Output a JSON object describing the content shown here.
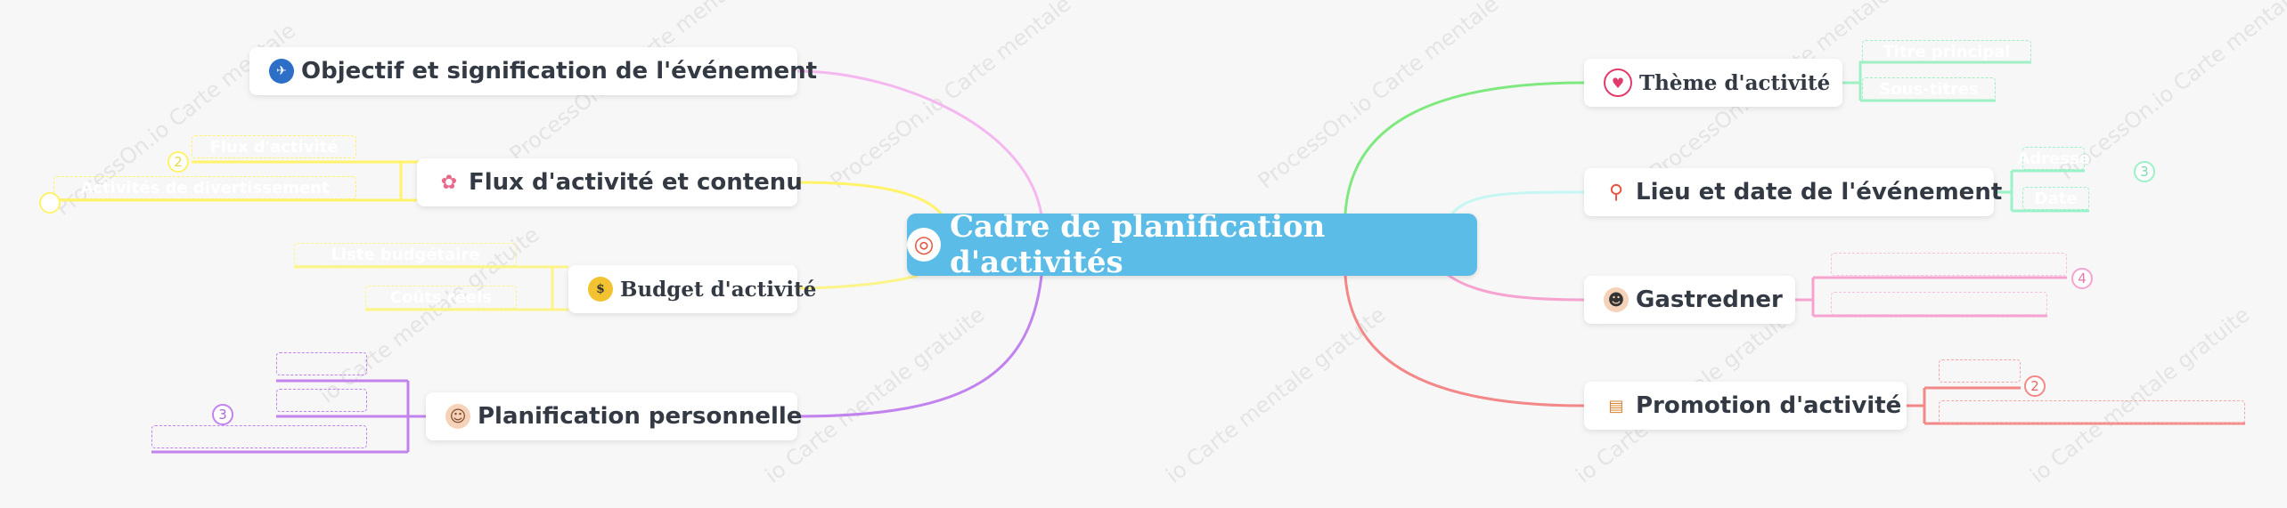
{
  "watermark": {
    "text_a": "ProcessOn.io Carte mentale",
    "text_b": "io Carte mentale gratuite"
  },
  "root": {
    "title": "Cadre de planification d'activités",
    "icon": "target-icon"
  },
  "branches": {
    "objectif": {
      "label": "Objectif et signification de l'événement",
      "icon": "globe-icon",
      "color": "#f5b7f0"
    },
    "flux": {
      "label": "Flux d'activité et contenu",
      "icon": "flower-icon",
      "color": "#fff36a",
      "children": [
        "Flux d'activité",
        "Activités de divertissement"
      ],
      "count": "2"
    },
    "budget": {
      "label": "Budget d'activité",
      "icon": "money-bag-icon",
      "color": "#fbf48a",
      "children": [
        "Liste budgétaire",
        "Coûts réels"
      ]
    },
    "personnel": {
      "label": "Planification personnelle",
      "icon": "woman-icon",
      "color": "#c183ee",
      "count": "3"
    },
    "theme": {
      "label": "Thème d'activité",
      "icon": "heart-icon",
      "color": "#7fe97f",
      "children": [
        "Titre principal",
        "Sous-titres"
      ]
    },
    "lieu": {
      "label": "Lieu et date de l'événement",
      "icon": "location-pin-icon",
      "color": "#9bf2ee",
      "children": [
        "Adresse",
        "Date"
      ],
      "count": "3"
    },
    "gastredner": {
      "label": "Gastredner",
      "icon": "nerd-face-icon",
      "color": "#f6a3cf",
      "count": "4"
    },
    "promotion": {
      "label": "Promotion d'activité",
      "icon": "presentation-icon",
      "color": "#f48787",
      "count": "2"
    }
  }
}
